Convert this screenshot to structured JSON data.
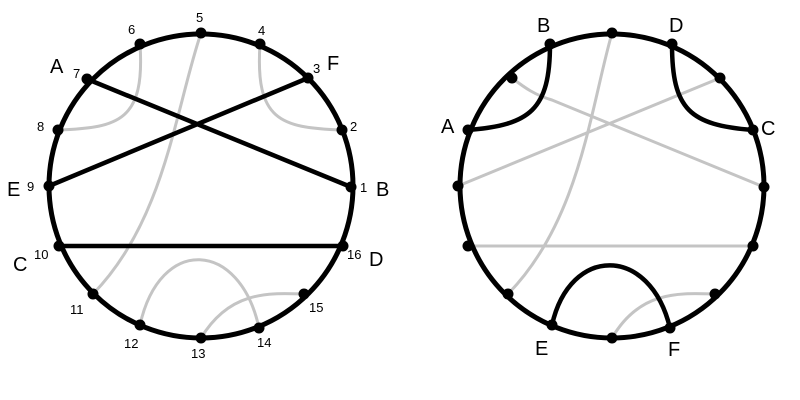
{
  "colors": {
    "ring": "#000000",
    "gray_chord": "#c4c4c4",
    "black_chord": "#000000",
    "background": "#ffffff"
  },
  "left_diagram": {
    "point_numbers": [
      "1",
      "2",
      "3",
      "4",
      "5",
      "6",
      "7",
      "8",
      "9",
      "10",
      "11",
      "12",
      "13",
      "14",
      "15",
      "16"
    ],
    "letter_labels": {
      "p1": "B",
      "p3": "F",
      "p7": "A",
      "p9": "E",
      "p10": "C",
      "p16": "D"
    },
    "black_chords": [
      [
        "A",
        "B"
      ],
      [
        "E",
        "F"
      ],
      [
        "C",
        "D"
      ]
    ]
  },
  "right_diagram": {
    "letter_labels": {
      "A": "A",
      "B": "B",
      "C": "C",
      "D": "D",
      "E": "E",
      "F": "F"
    },
    "black_arcs": [
      [
        "A",
        "B"
      ],
      [
        "C",
        "D"
      ],
      [
        "E",
        "F"
      ]
    ]
  }
}
